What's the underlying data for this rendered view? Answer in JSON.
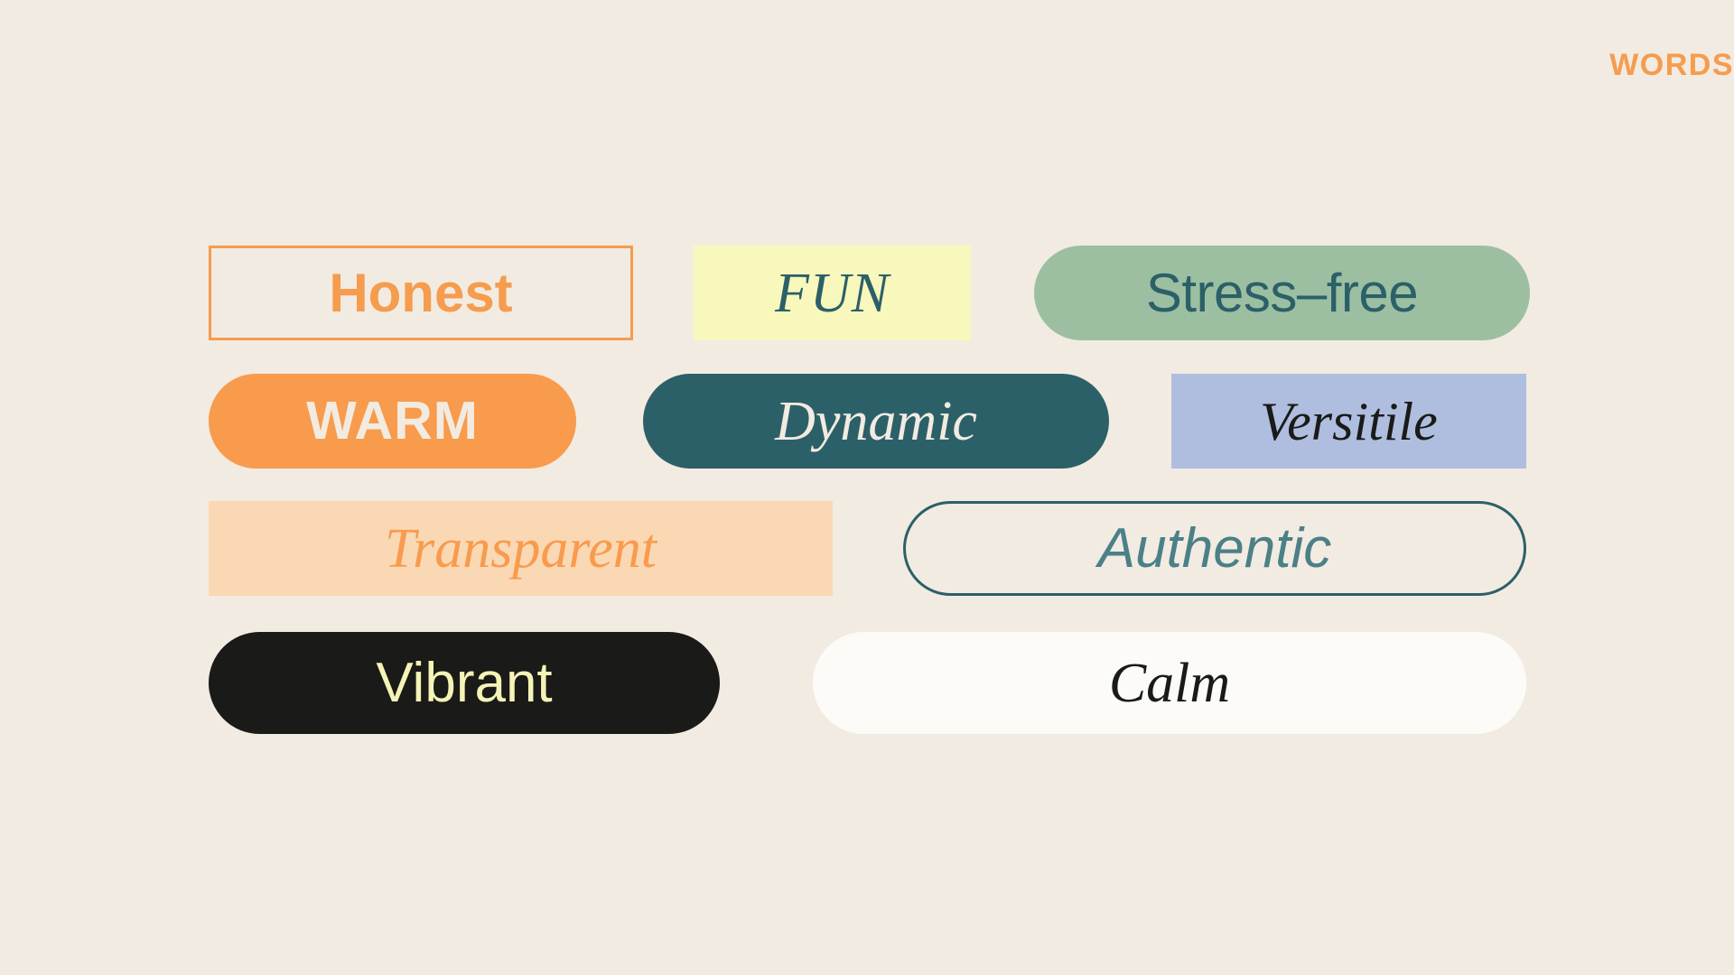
{
  "page": {
    "background_color": "#F2EBE1",
    "section_label": "WORDS",
    "section_label_color": "#F59C4E"
  },
  "rows": [
    {
      "chips": [
        {
          "label": "Honest",
          "shape": "rectangle",
          "fill": "none",
          "border_color": "#F59C4E",
          "text_color": "#F59C4E",
          "style": "sans-bold"
        },
        {
          "label": "FUN",
          "shape": "rectangle",
          "fill": "#F8F7BC",
          "border_color": "none",
          "text_color": "#2C6068",
          "style": "serif-italic"
        },
        {
          "label": "Stress–free",
          "shape": "pill",
          "fill": "#9CBFA2",
          "border_color": "none",
          "text_color": "#2C6068",
          "style": "sans-regular"
        }
      ]
    },
    {
      "chips": [
        {
          "label": "WARM",
          "shape": "pill",
          "fill": "#F89B4D",
          "border_color": "none",
          "text_color": "#F2EBE1",
          "style": "sans-bold"
        },
        {
          "label": "Dynamic",
          "shape": "pill",
          "fill": "#2C6068",
          "border_color": "none",
          "text_color": "#F2EBE1",
          "style": "serif-italic"
        },
        {
          "label": "Versitile",
          "shape": "rectangle",
          "fill": "#AFBDDF",
          "border_color": "none",
          "text_color": "#1A1A18",
          "style": "serif-italic"
        }
      ]
    },
    {
      "chips": [
        {
          "label": "Transparent",
          "shape": "rectangle",
          "fill": "#FAD8B4",
          "border_color": "none",
          "text_color": "#F89B4D",
          "style": "serif-italic"
        },
        {
          "label": "Authentic",
          "shape": "pill",
          "fill": "none",
          "border_color": "#2C6068",
          "text_color": "#4C8088",
          "style": "sans-italic-light"
        }
      ]
    },
    {
      "chips": [
        {
          "label": "Vibrant",
          "shape": "pill",
          "fill": "#1A1A18",
          "border_color": "none",
          "text_color": "#F5F3B6",
          "style": "sans-regular"
        },
        {
          "label": "Calm",
          "shape": "pill",
          "fill": "#FCFBF8",
          "border_color": "none",
          "text_color": "#1A1A18",
          "style": "serif-italic"
        }
      ]
    }
  ]
}
